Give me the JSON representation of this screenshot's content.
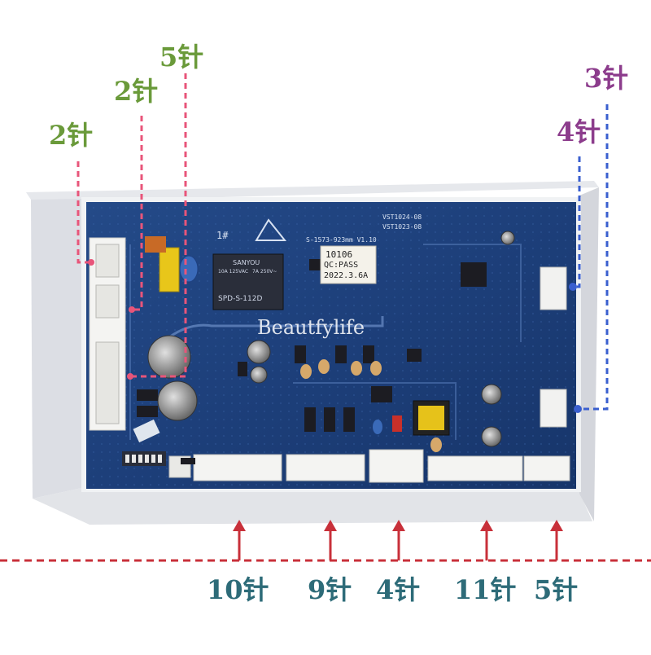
{
  "labels": {
    "left_top_1": "5针",
    "left_top_2": "2针",
    "left_top_3": "2针",
    "right_top_1": "3针",
    "right_top_2": "4针",
    "bottom_1": "10针",
    "bottom_2": "9针",
    "bottom_3": "4针",
    "bottom_4": "11针",
    "bottom_5": "5针"
  },
  "board": {
    "sticker_line1": "10106",
    "sticker_line2": "QC:PASS",
    "sticker_line3": "2022.3.6A",
    "relay_brand": "SANYOU",
    "relay_model": "SPD-S-112D",
    "relay_spec1": "10A 125VAC",
    "relay_spec2": "7A 250V~",
    "marking_1": "1#",
    "marking_2": "VST1024-08",
    "marking_3": "VST1023-08",
    "marking_4": "S-1573-923mm V1.10"
  },
  "watermark": "Beautfylife",
  "colors": {
    "pcb_blue": "#1e3f7a",
    "pink_line": "#e8557a",
    "blue_line": "#3a5fcf",
    "red_line": "#c8303a"
  }
}
